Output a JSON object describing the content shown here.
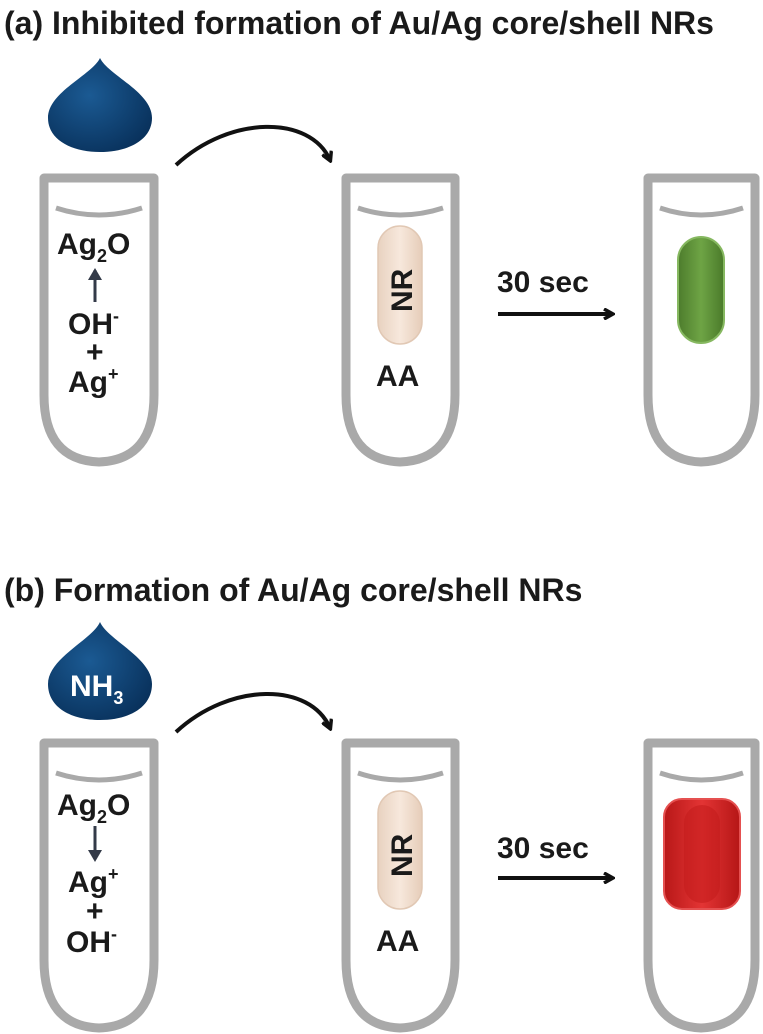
{
  "panel_a": {
    "title": "(a) Inhibited formation of Au/Ag core/shell NRs",
    "tube1": {
      "line1_base": "Ag",
      "line1_sub": "2",
      "line1_end": "O",
      "line2_base": "OH",
      "line2_sup": "-",
      "plus": "+",
      "line3_base": "Ag",
      "line3_sup": "+"
    },
    "tube2": {
      "rod_label": "NR",
      "solution_label": "AA"
    },
    "time_label": "30 sec",
    "rod_result_color": "#5f9238"
  },
  "panel_b": {
    "title": "(b) Formation of Au/Ag core/shell NRs",
    "drop_base": "NH",
    "drop_sub": "3",
    "tube1": {
      "line1_base": "Ag",
      "line1_sub": "2",
      "line1_end": "O",
      "line2_base": "Ag",
      "line2_sup": "+",
      "plus": "+",
      "line3_base": "OH",
      "line3_sup": "-"
    },
    "tube2": {
      "rod_label": "NR",
      "solution_label": "AA"
    },
    "time_label": "30 sec",
    "rod_result_color": "#d42424"
  },
  "colors": {
    "drop": "#0d3d6e",
    "tube": "#a9a9a9",
    "nanorod": "#f2dfd0"
  }
}
